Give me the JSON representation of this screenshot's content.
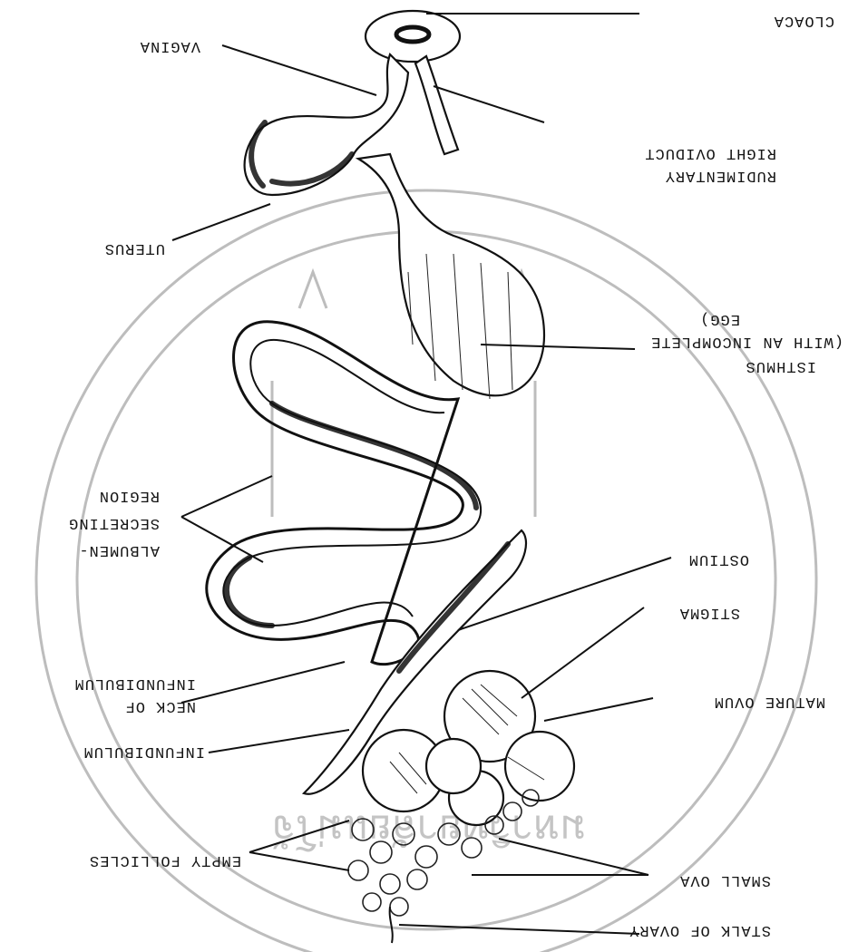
{
  "diagram": {
    "orientation": "rotated-180",
    "labels": {
      "cloaca": "CLOACA",
      "vagina": "VAGINA",
      "rudimentary_right_oviduct": [
        "RUDIMENTARY",
        "RIGHT OVIDUCT"
      ],
      "uterus": "UTERUS",
      "isthmus": [
        "ISTHMUS",
        "(WITH AN INCOMPLETE",
        "EGG)"
      ],
      "albumen_secreting_region": [
        "ALBUMEN-",
        "SECRETING",
        "REGION"
      ],
      "ostium": "OSTIUM",
      "stigma": "STIGMA",
      "neck_of_infundibulum": [
        "NECK OF",
        "INFUNDIBULUM"
      ],
      "mature_ovum": "MATURE OVUM",
      "infundibulum": "INFUNDIBULUM",
      "empty_follicles": "EMPTY FOLLICLES",
      "small_ova": "SMALL OVA",
      "stalk_of_ovary": "STALK OF OVARY"
    }
  }
}
